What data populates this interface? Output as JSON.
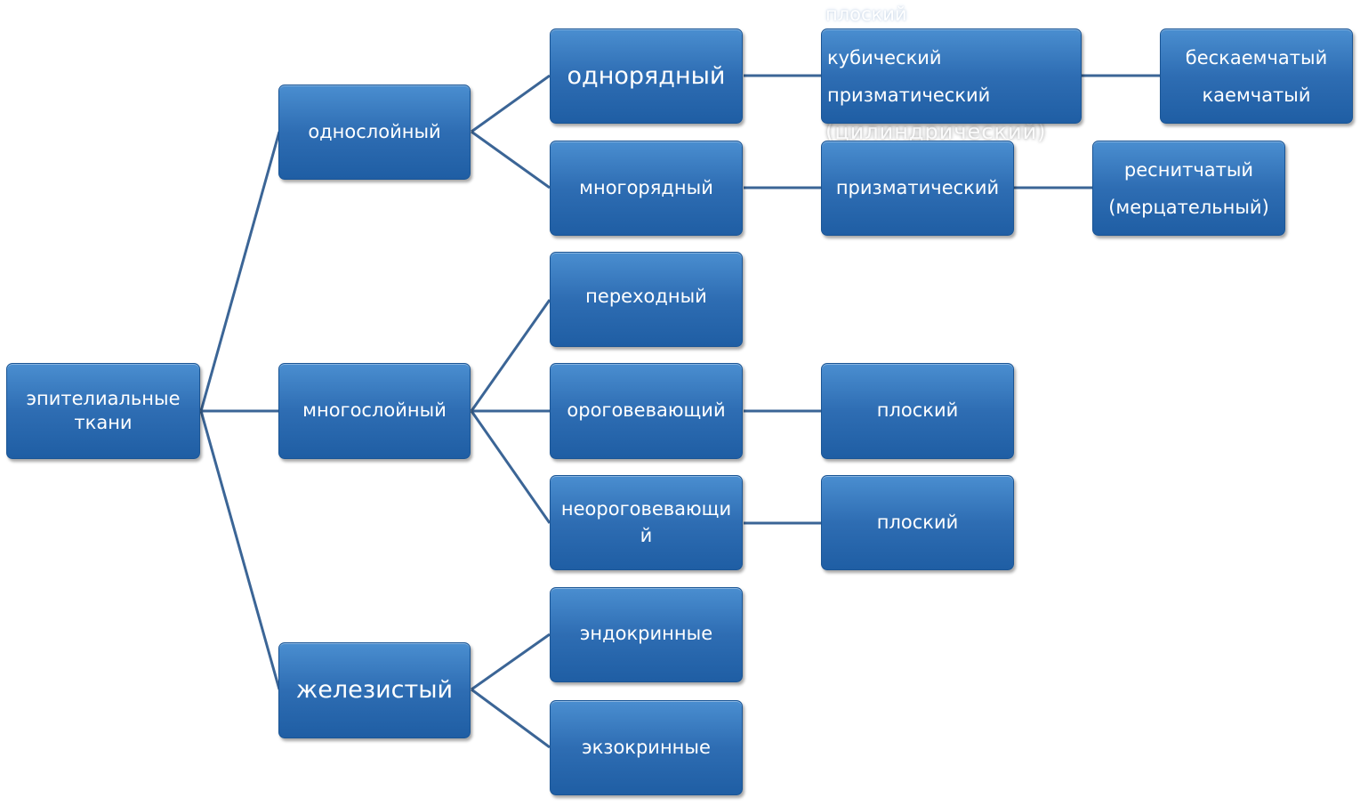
{
  "nodes": {
    "root": "эпителиальные ткани",
    "single_layer": "однослойный",
    "multi_layer": "многослойный",
    "glandular": "железистый",
    "single_row": "однорядный",
    "multi_row": "многорядный",
    "transitional": "переходный",
    "keratinizing": "ороговевающий",
    "nonkeratinizing": "неороговевающий",
    "endocrine": "эндокринные",
    "exocrine": "экзокринные",
    "cubic": "кубический",
    "prismatic_1": "призматический",
    "prismatic_2": "призматический",
    "borderless": "бескаемчатый",
    "bordered": "каемчатый",
    "ciliated": "реснитчатый",
    "ciliated_alt": "(мерцательный)",
    "flat_keratinizing": "плоский",
    "flat_nonkeratinizing": "плоский"
  },
  "overflow": {
    "flat_top": "плоский",
    "cylindrical_hidden": "(цилиндрический)"
  }
}
